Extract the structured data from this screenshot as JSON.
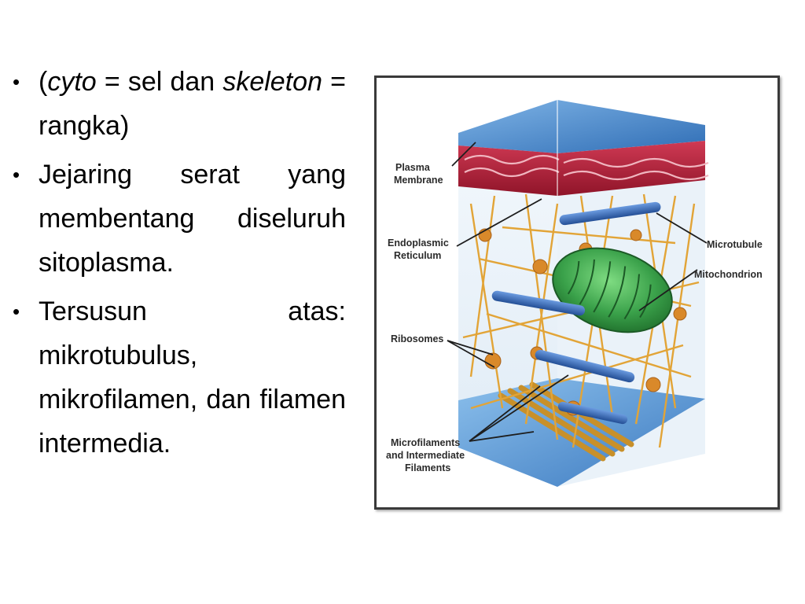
{
  "bullets": [
    {
      "open_paren": "(",
      "term_1": "cyto",
      "eq_1": " = sel dan ",
      "term_2": "skeleton",
      "eq_2": " = rangka)"
    },
    {
      "text": "Jejaring serat yang membentang diseluruh sitoplasma."
    },
    {
      "text": "Tersusun atas: mikrotubulus, mikrofilamen, dan filamen intermedia."
    }
  ],
  "bullet_glyph": "•",
  "figure": {
    "labels": {
      "plasma_membrane_1": "Plasma",
      "plasma_membrane_2": "Membrane",
      "er_1": "Endoplasmic",
      "er_2": "Reticulum",
      "ribosomes": "Ribosomes",
      "microfilaments_1": "Microfilaments",
      "microfilaments_2": "and Intermediate",
      "microfilaments_3": "Filaments",
      "microtubule": "Microtubule",
      "mitochondrion": "Mitochondrion"
    },
    "colors": {
      "membrane": "#b5213a",
      "top_face": "#3f7fc4",
      "floor": "#4f8fc9",
      "microtubule": "#3d6fb6",
      "mitochondrion": "#3aa14a",
      "filament": "#e2a437",
      "ribosome": "#d9892a"
    }
  }
}
